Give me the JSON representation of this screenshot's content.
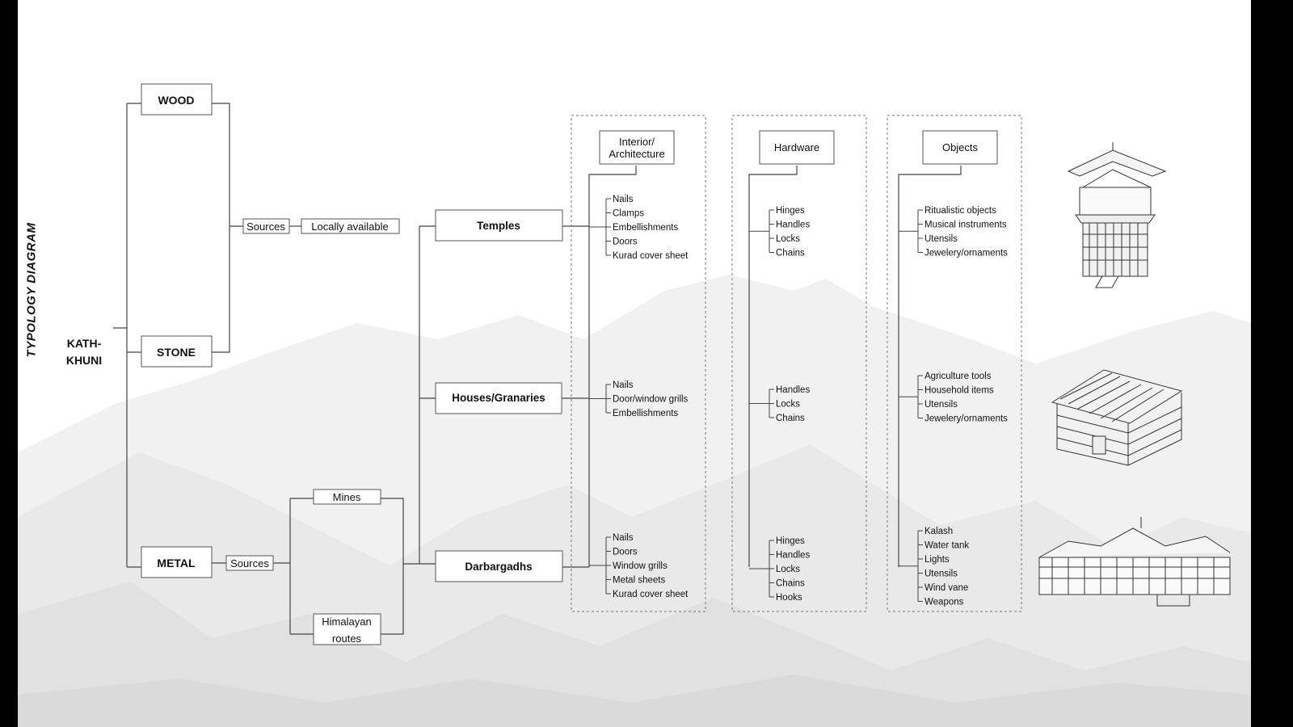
{
  "side_title": "TYPOLOGY DIAGRAM",
  "root": {
    "line1": "KATH-",
    "line2": "KHUNI"
  },
  "materials": {
    "wood": "WOOD",
    "stone": "STONE",
    "metal": "METAL"
  },
  "wood_stone_source": {
    "label": "Sources",
    "value": "Locally available"
  },
  "metal_source": {
    "label": "Sources",
    "mines": "Mines",
    "himalayan_line1": "Himalayan",
    "himalayan_line2": "routes"
  },
  "typologies": {
    "temples": "Temples",
    "houses": "Houses/Granaries",
    "darbargadhs": "Darbargadhs"
  },
  "columns": {
    "interior": {
      "line1": "Interior/",
      "line2": "Architecture"
    },
    "hardware": "Hardware",
    "objects": "Objects"
  },
  "lists": {
    "temples_interior": [
      "Nails",
      "Clamps",
      "Embellishments",
      "Doors",
      "Kurad cover sheet"
    ],
    "houses_interior": [
      "Nails",
      "Door/window grills",
      "Embellishments"
    ],
    "darbar_interior": [
      "Nails",
      "Doors",
      "Window grills",
      "Metal sheets",
      "Kurad cover sheet"
    ],
    "temples_hardware": [
      "Hinges",
      "Handles",
      "Locks",
      "Chains"
    ],
    "houses_hardware": [
      "Handles",
      "Locks",
      "Chains"
    ],
    "darbar_hardware": [
      "Hinges",
      "Handles",
      "Locks",
      "Chains",
      "Hooks"
    ],
    "temples_objects": [
      "Ritualistic objects",
      "Musical instruments",
      "Utensils",
      "Jewelery/ornaments"
    ],
    "houses_objects": [
      "Agriculture tools",
      "Household items",
      "Utensils",
      "Jewelery/ornaments"
    ],
    "darbar_objects": [
      "Kalash",
      "Water tank",
      "Lights",
      "Utensils",
      "Wind vane",
      "Weapons"
    ]
  },
  "colors": {
    "line": "#444444",
    "box_border": "#555555",
    "mountain": "#e2e2e2",
    "dashed": "#777777"
  },
  "icons": {
    "temple": "temple-tower-illustration",
    "house": "granary-house-illustration",
    "darbar": "palace-illustration"
  }
}
